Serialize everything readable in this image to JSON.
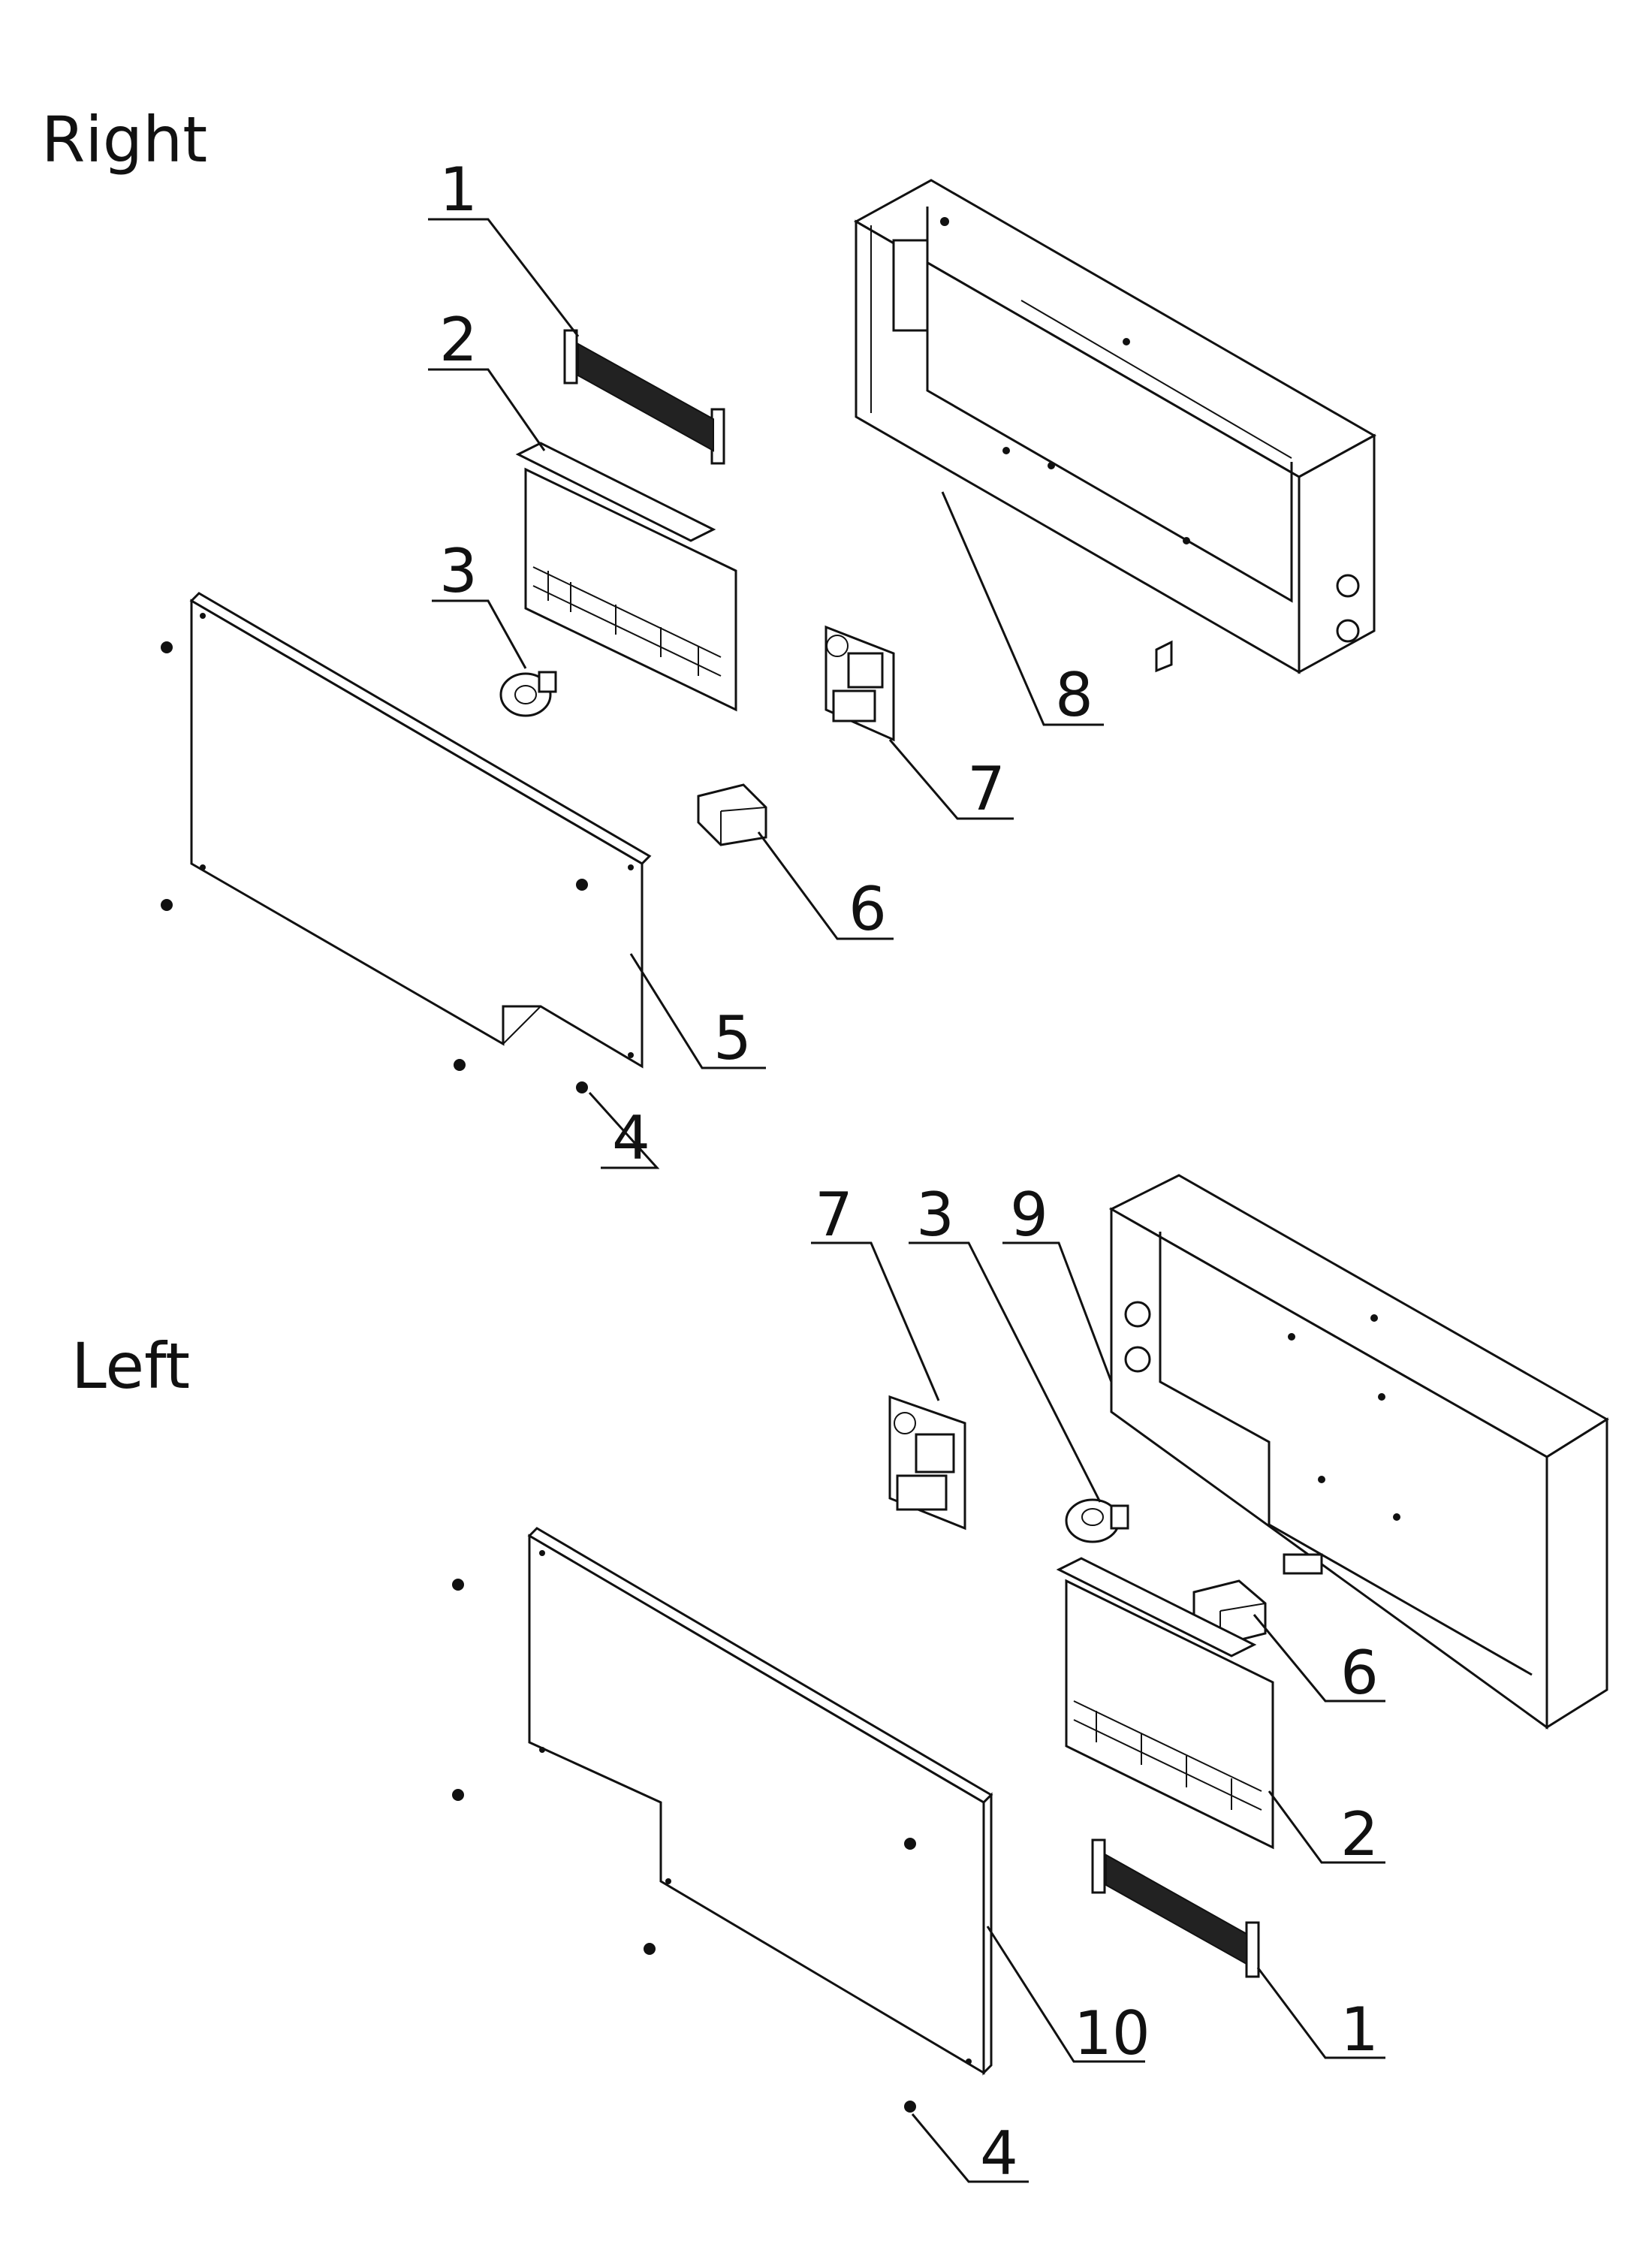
{
  "sections": {
    "right": {
      "title": "Right"
    },
    "left": {
      "title": "Left"
    }
  },
  "right_callouts": {
    "c1": "1",
    "c2": "2",
    "c3": "3",
    "c4": "4",
    "c5": "5",
    "c6": "6",
    "c7": "7",
    "c8": "8"
  },
  "left_callouts": {
    "c7": "7",
    "c3": "3",
    "c9": "9",
    "c6": "6",
    "c2": "2",
    "c10": "10",
    "c1": "1",
    "c4": "4"
  },
  "colors": {
    "line": "#111111",
    "background": "#ffffff"
  }
}
